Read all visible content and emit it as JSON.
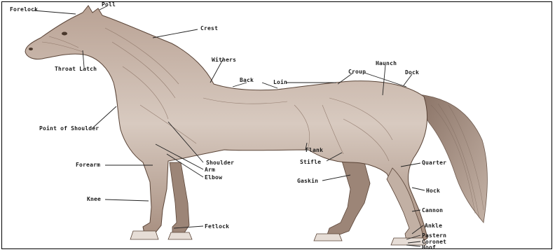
{
  "diagram": {
    "labels": {
      "forelock": "Forelock",
      "poll": "Poll",
      "crest": "Crest",
      "throat_latch": "Throat Latch",
      "withers": "Withers",
      "back_1": "Back",
      "loin": "Loin",
      "croup": "Croup",
      "haunch": "Haunch",
      "back_2": "Dock",
      "point_of_shoulder": "Point of Shoulder",
      "shoulder": "Shoulder",
      "arm": "Arm",
      "elbow": "Elbow",
      "forearm": "Forearm",
      "flank": "Flank",
      "stifle": "Stifle",
      "quarter": "Quarter",
      "gaskin": "Gaskin",
      "knee": "Knee",
      "hock": "Hock",
      "cannon": "Cannon",
      "fetlock": "Fetlock",
      "ankle": "Ankle",
      "pastern": "Pastern",
      "coronet": "Coronet",
      "hoof": "Hoof"
    },
    "colors": {
      "body": "#c9b8aa",
      "shade": "#8f7565",
      "outline": "#5a4437",
      "tail": "#9a8478",
      "label": "#1a1a1a"
    }
  }
}
